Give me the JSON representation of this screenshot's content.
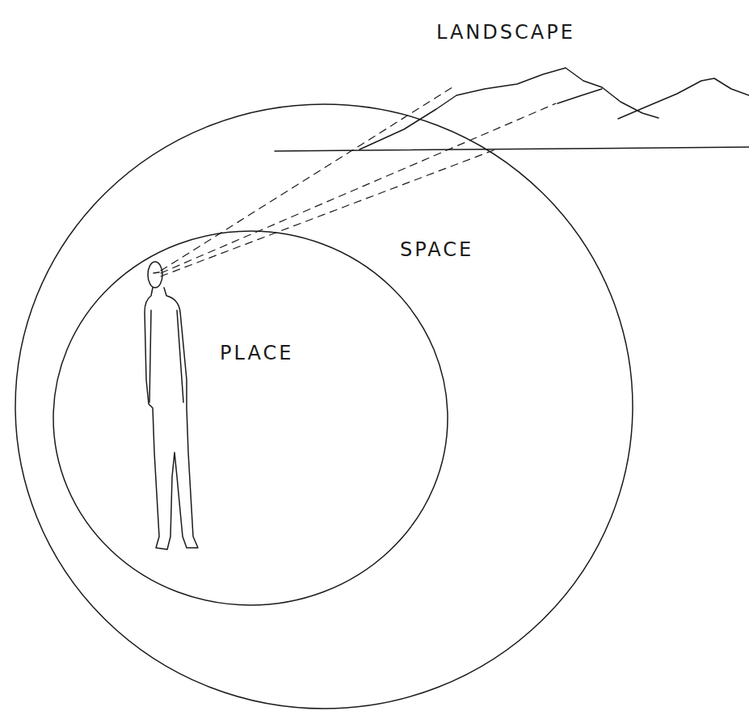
{
  "diagram": {
    "nodes": [
      {
        "text": [
          "SPACE"
        ]
      },
      {
        "text": [
          "PLACE"
        ],
        "in": 0
      }
    ],
    "labels": [
      "LANDSCAPE"
    ]
  }
}
